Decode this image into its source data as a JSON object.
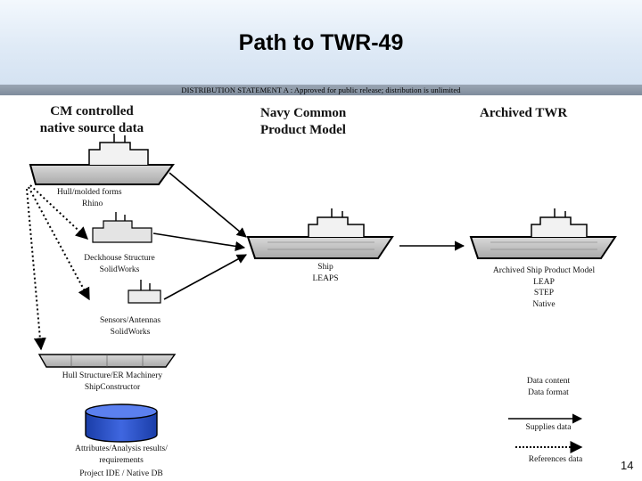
{
  "title": "Path to TWR-49",
  "distribution_statement": "DISTRIBUTION STATEMENT A : Approved for public release; distribution is unlimited",
  "columns": {
    "source": "CM controlled native source data",
    "model": "Navy Common Product Model",
    "archive": "Archived TWR"
  },
  "sources": {
    "hull": {
      "line1": "Hull/molded forms",
      "line2": "Rhino"
    },
    "deckhouse": {
      "line1": "Deckhouse Structure",
      "line2": "SolidWorks"
    },
    "sensors": {
      "line1": "Sensors/Antennas",
      "line2": "SolidWorks"
    },
    "machinery": {
      "line1": "Hull Structure/ER Machinery",
      "line2": "ShipConstructor"
    },
    "attributes": {
      "line1": "Attributes/Analysis results/",
      "line2": "requirements",
      "line3": "Project IDE / Native DB"
    }
  },
  "product_model": {
    "line1": "Ship",
    "line2": "LEAPS"
  },
  "archive": {
    "line1": "Archived Ship Product Model",
    "line2": "LEAP",
    "line3": "STEP",
    "line4": "Native"
  },
  "legend": {
    "content": "Data content",
    "format": "Data format",
    "supplies": "Supplies data",
    "references": "References data"
  },
  "page_number": "14"
}
